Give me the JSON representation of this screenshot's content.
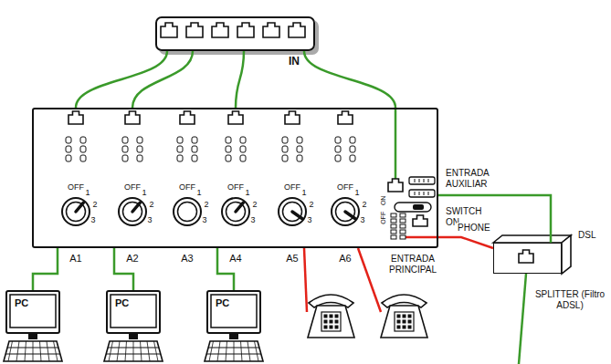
{
  "diagram": {
    "nodes": [
      {
        "text": [
          "IN"
        ]
      },
      {
        "text": [
          "ENTRADA AUXILIAR",
          "SWITCH ON",
          "ENTRADA PRINCIPAL"
        ]
      },
      {
        "text": [
          "PC"
        ]
      },
      {
        "text": [
          "PC"
        ]
      },
      {
        "text": [
          "PC"
        ]
      },
      {
        "text": [
          "SPLITTER (Filtro ADSL)"
        ]
      }
    ],
    "edges": [
      {
        "from": 0,
        "to": 1,
        "arrow": "none"
      },
      {
        "from": 0,
        "to": 1,
        "arrow": "none"
      },
      {
        "from": 0,
        "to": 1,
        "arrow": "none"
      },
      {
        "from": 0,
        "to": 1,
        "arrow": "none"
      },
      {
        "from": 1,
        "to": 2,
        "arrow": "none"
      },
      {
        "from": 1,
        "to": 3,
        "arrow": "none"
      },
      {
        "from": 1,
        "to": 4,
        "arrow": "none"
      },
      {
        "from": 5,
        "to": 1,
        "label": "PHONE",
        "arrow": "none"
      },
      {
        "from": 5,
        "to": 1,
        "label": "DSL",
        "arrow": "none"
      }
    ],
    "labels": [
      "OFF",
      "1",
      "2",
      "3",
      "OFF",
      "1",
      "2",
      "3",
      "OFF",
      "1",
      "2",
      "3",
      "OFF",
      "1",
      "2",
      "3",
      "OFF",
      "1",
      "2",
      "3",
      "OFF",
      "1",
      "2",
      "3",
      "A1",
      "A2",
      "A3",
      "A4",
      "A5",
      "A6",
      "ON",
      "OFF"
    ]
  }
}
